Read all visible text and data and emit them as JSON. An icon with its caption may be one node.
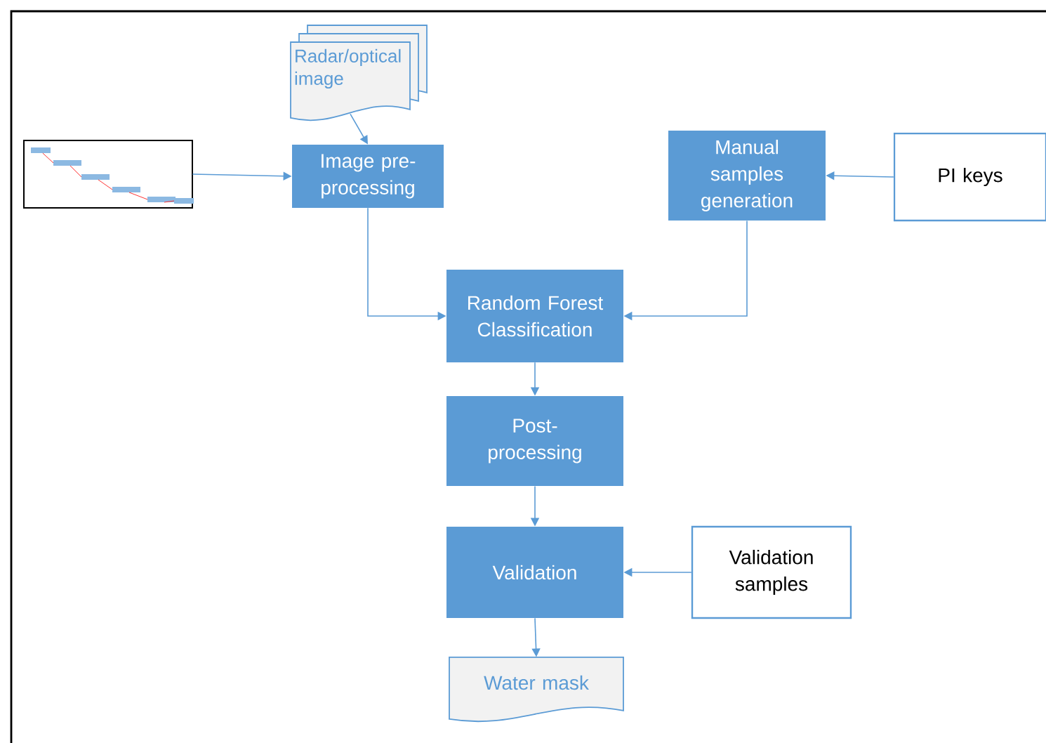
{
  "diagram": {
    "nodes": [
      {
        "text": [
          "Radar/optical image"
        ]
      },
      {
        "text": [],
        "shape": "picture"
      },
      {
        "text": [
          "Image pre-processing"
        ]
      },
      {
        "text": [
          "Manual samples generation"
        ]
      },
      {
        "text": [
          "PI keys"
        ]
      },
      {
        "text": [
          "Random Forest Classification"
        ]
      },
      {
        "text": [
          "Post-processing"
        ]
      },
      {
        "text": [
          "Validation"
        ]
      },
      {
        "text": [
          "Validation samples"
        ]
      },
      {
        "text": [
          "Water mask"
        ]
      }
    ],
    "edges": [
      {
        "from": 0,
        "to": 2,
        "arrow": "to"
      },
      {
        "from": 1,
        "to": 2,
        "arrow": "to"
      },
      {
        "from": 4,
        "to": 3,
        "arrow": "to"
      },
      {
        "from": 2,
        "to": 5,
        "arrow": "to"
      },
      {
        "from": 3,
        "to": 5,
        "arrow": "to"
      },
      {
        "from": 5,
        "to": 6,
        "arrow": "to"
      },
      {
        "from": 6,
        "to": 7,
        "arrow": "to"
      },
      {
        "from": 8,
        "to": 7,
        "arrow": "to"
      },
      {
        "from": 7,
        "to": 9,
        "arrow": "to"
      }
    ]
  }
}
